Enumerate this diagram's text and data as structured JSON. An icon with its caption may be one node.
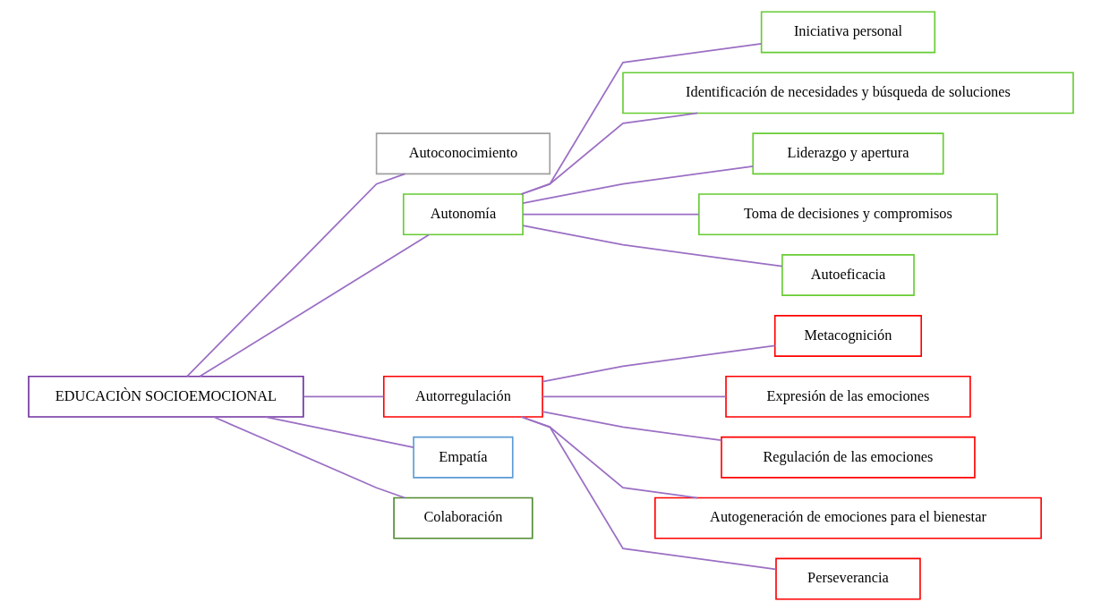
{
  "diagram": {
    "nodes": [
      {
        "text": [
          "EDUCACIÒN SOCIOEMOCIONAL"
        ]
      },
      {
        "text": [
          "Autoconocimiento"
        ]
      },
      {
        "text": [
          "Autonomía"
        ]
      },
      {
        "text": [
          "Iniciativa personal"
        ]
      },
      {
        "text": [
          "Identificación de necesidades y búsqueda de soluciones"
        ]
      },
      {
        "text": [
          "Liderazgo y apertura"
        ]
      },
      {
        "text": [
          "Toma de decisiones y compromisos"
        ]
      },
      {
        "text": [
          "Autoeficacia"
        ]
      },
      {
        "text": [
          "Autorregulación"
        ]
      },
      {
        "text": [
          "Metacognición"
        ]
      },
      {
        "text": [
          "Expresión de las emociones"
        ]
      },
      {
        "text": [
          "Regulación de las emociones"
        ]
      },
      {
        "text": [
          "Autogeneración de emociones para el bienestar"
        ]
      },
      {
        "text": [
          "Perseverancia"
        ]
      },
      {
        "text": [
          "Empatía"
        ]
      },
      {
        "text": [
          "Colaboración"
        ]
      }
    ],
    "edges": [
      {
        "from": 0,
        "to": 1,
        "arrow": "none"
      },
      {
        "from": 0,
        "to": 2,
        "arrow": "none"
      },
      {
        "from": 0,
        "to": 8,
        "arrow": "none"
      },
      {
        "from": 0,
        "to": 14,
        "arrow": "none"
      },
      {
        "from": 0,
        "to": 15,
        "arrow": "none"
      },
      {
        "from": 2,
        "to": 3,
        "arrow": "none"
      },
      {
        "from": 2,
        "to": 4,
        "arrow": "none"
      },
      {
        "from": 2,
        "to": 5,
        "arrow": "none"
      },
      {
        "from": 2,
        "to": 6,
        "arrow": "none"
      },
      {
        "from": 2,
        "to": 7,
        "arrow": "none"
      },
      {
        "from": 8,
        "to": 9,
        "arrow": "none"
      },
      {
        "from": 8,
        "to": 10,
        "arrow": "none"
      },
      {
        "from": 8,
        "to": 11,
        "arrow": "none"
      },
      {
        "from": 8,
        "to": 12,
        "arrow": "none"
      },
      {
        "from": 8,
        "to": 13,
        "arrow": "none"
      }
    ]
  }
}
